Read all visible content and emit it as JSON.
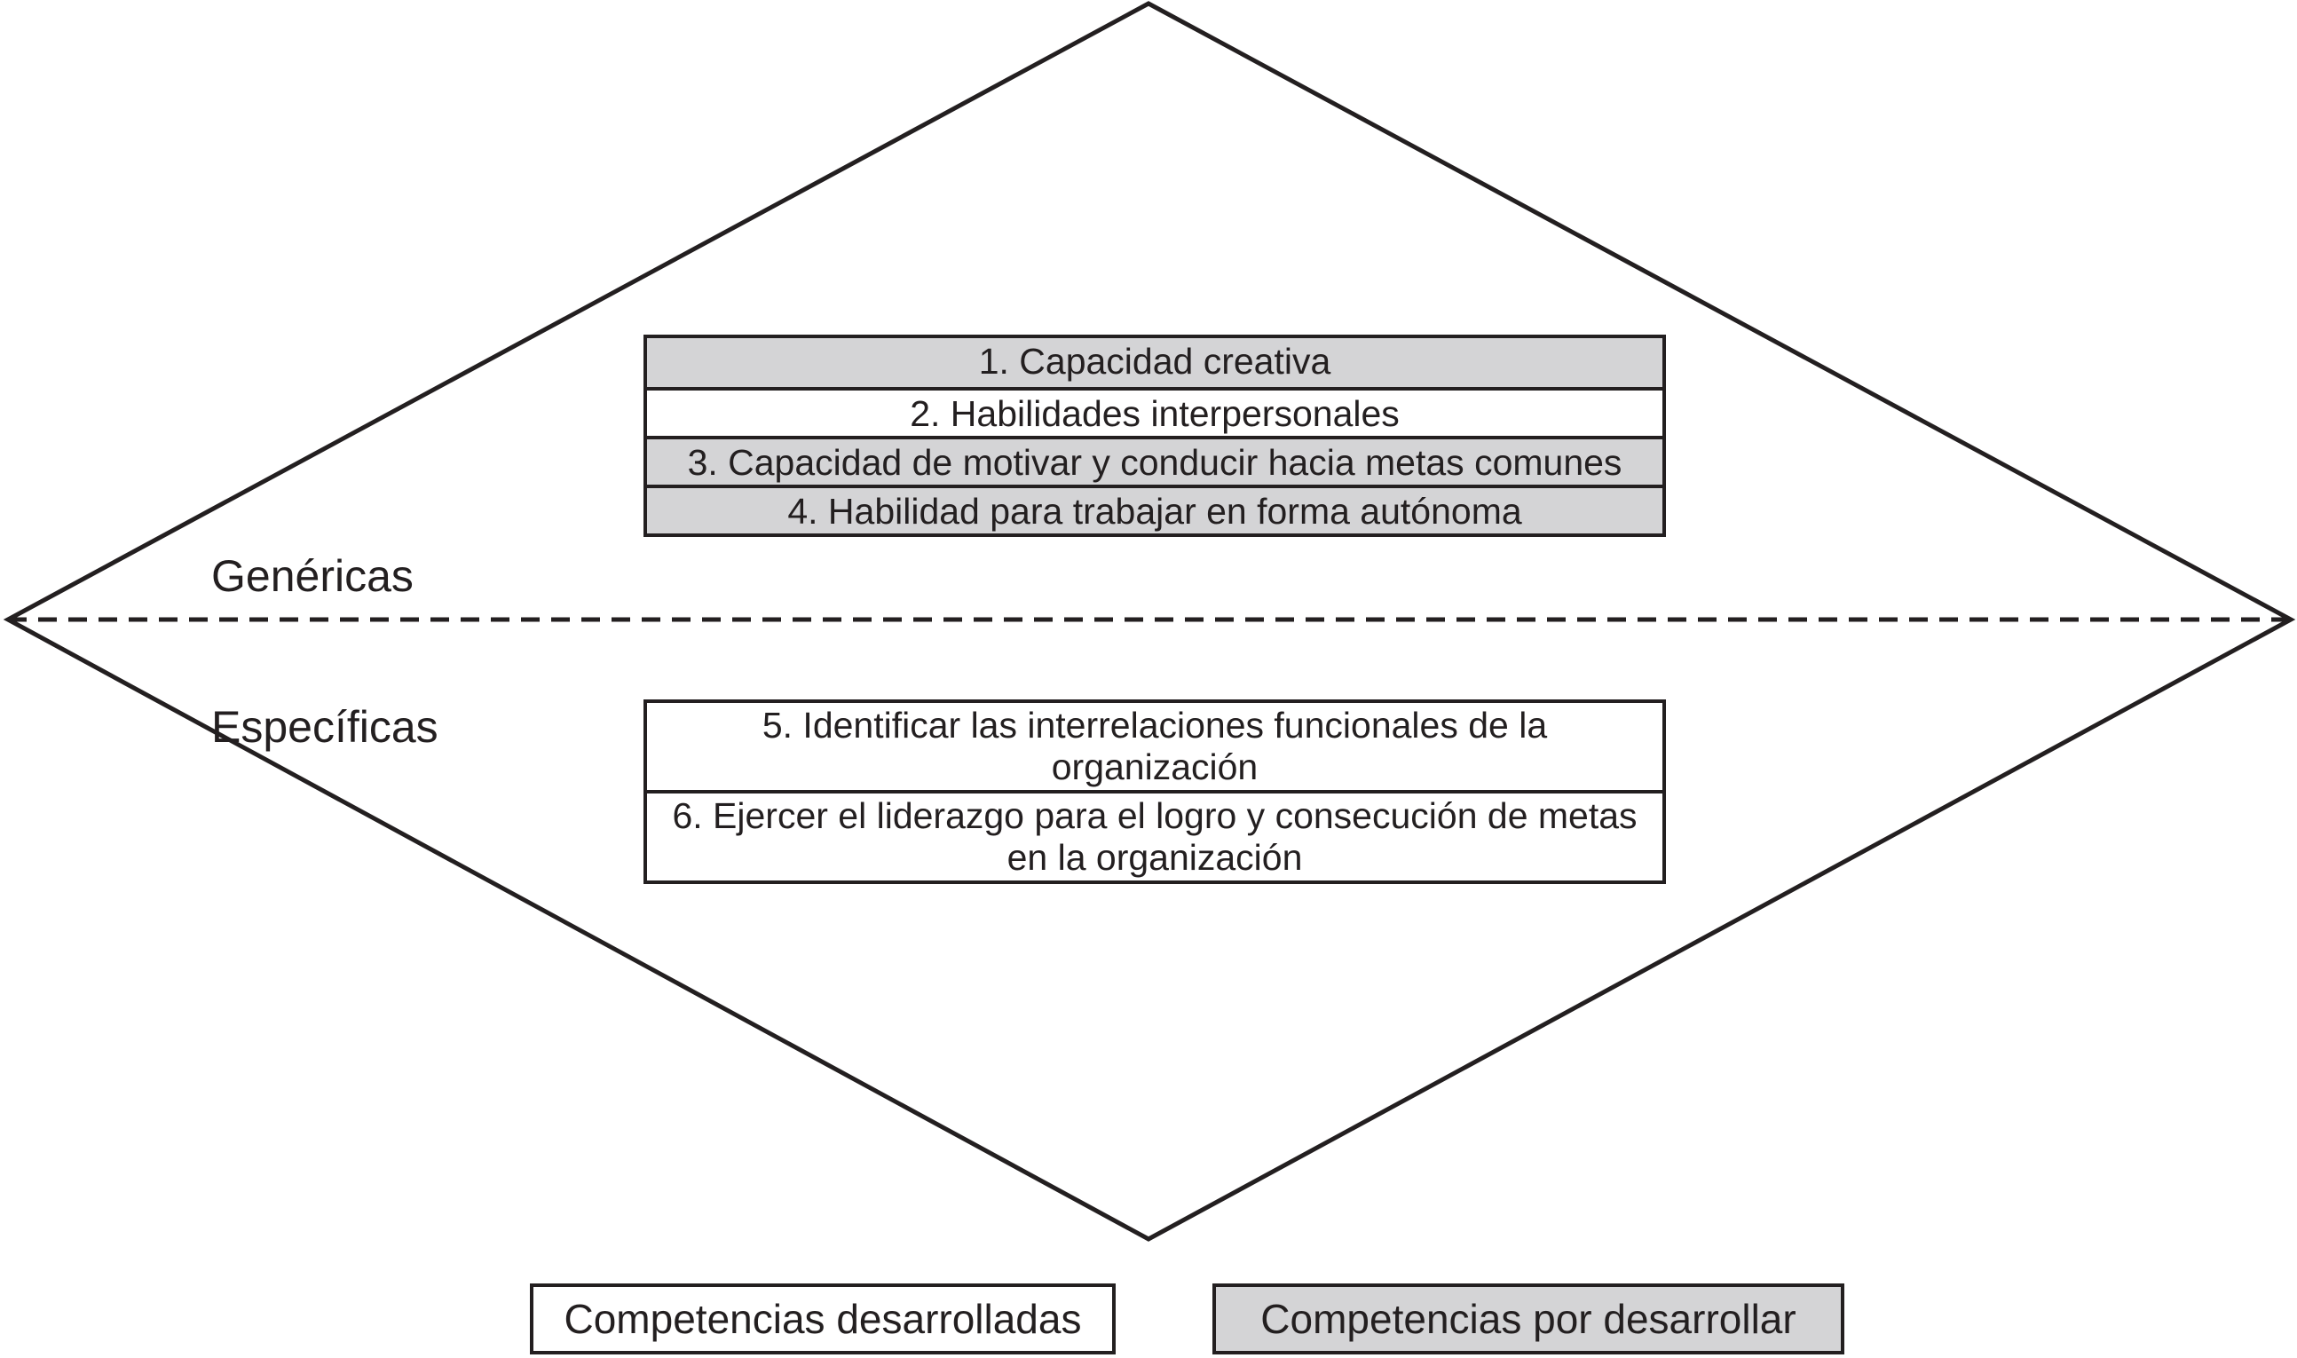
{
  "title": "Diagrama de competencias genéricas y específicas",
  "colors": {
    "ink": "#231f20",
    "shaded_fill": "#d4d4d6",
    "background": "#ffffff"
  },
  "diamond": {
    "generic_label": "Genéricas",
    "specific_label": "Específicas",
    "generic_competencies": [
      {
        "text": "1. Capacidad creativa",
        "status": "por desarrollar"
      },
      {
        "text": "2. Habilidades interpersonales",
        "status": "desarrollada"
      },
      {
        "text": "3. Capacidad de motivar y conducir hacia metas comunes",
        "status": "por desarrollar"
      },
      {
        "text": "4. Habilidad para trabajar en forma autónoma",
        "status": "por desarrollar"
      }
    ],
    "specific_competencies": [
      {
        "text": "5. Identificar las interrelaciones funcionales de la organización",
        "status": "desarrollada"
      },
      {
        "text": "6. Ejercer el liderazgo para el logro y consecución de metas en la organización",
        "status": "desarrollada"
      }
    ]
  },
  "legend": {
    "developed_label": "Competencias desarrolladas",
    "to_develop_label": "Competencias por desarrollar"
  }
}
